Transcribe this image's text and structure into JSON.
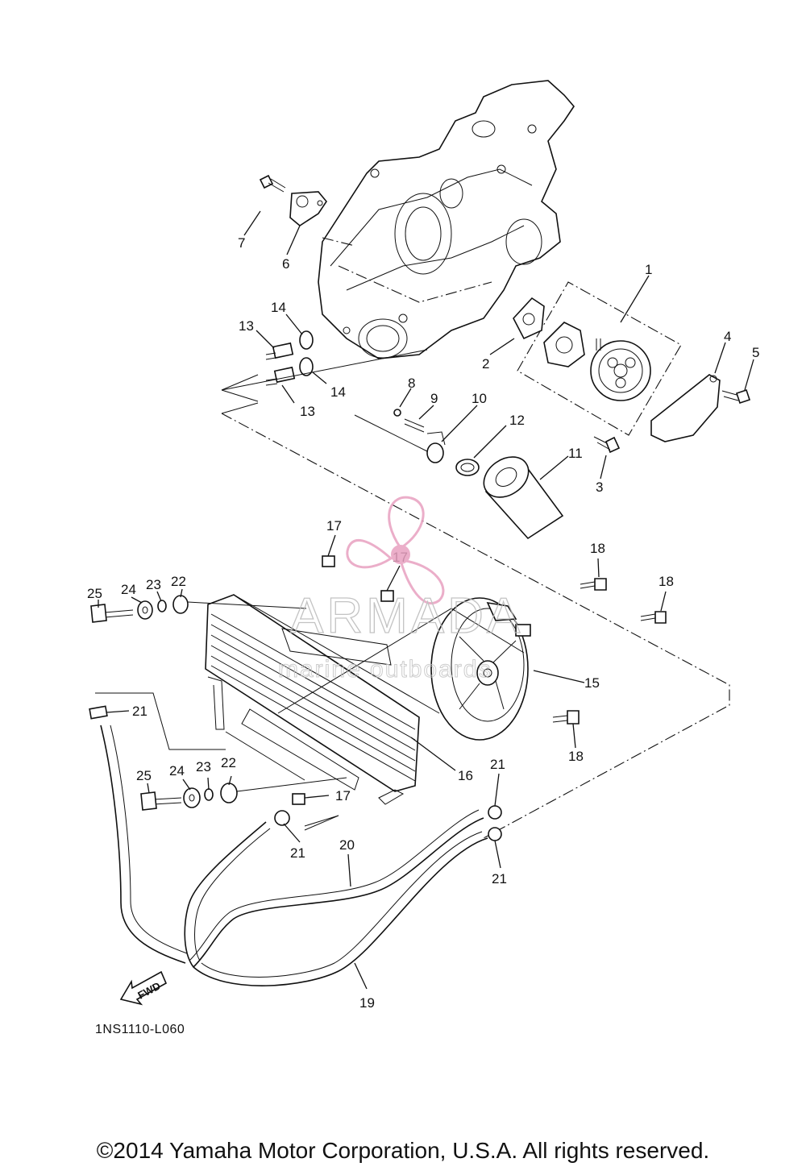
{
  "diagram": {
    "callouts": [
      "1",
      "2",
      "3",
      "4",
      "5",
      "6",
      "7",
      "8",
      "9",
      "10",
      "11",
      "12",
      "13",
      "13",
      "14",
      "14",
      "15",
      "16",
      "17",
      "17",
      "17",
      "18",
      "18",
      "18",
      "19",
      "20",
      "21",
      "21",
      "21",
      "21",
      "22",
      "22",
      "23",
      "23",
      "24",
      "24",
      "25",
      "25"
    ],
    "drawing_code": "1NS1110-L060",
    "fwd_label": "FWD",
    "watermark": {
      "title": "ARMADA",
      "subtitle": "marine outboards",
      "color": "#e8a0c0"
    },
    "copyright": "©2014 Yamaha Motor Corporation, U.S.A. All rights reserved."
  }
}
